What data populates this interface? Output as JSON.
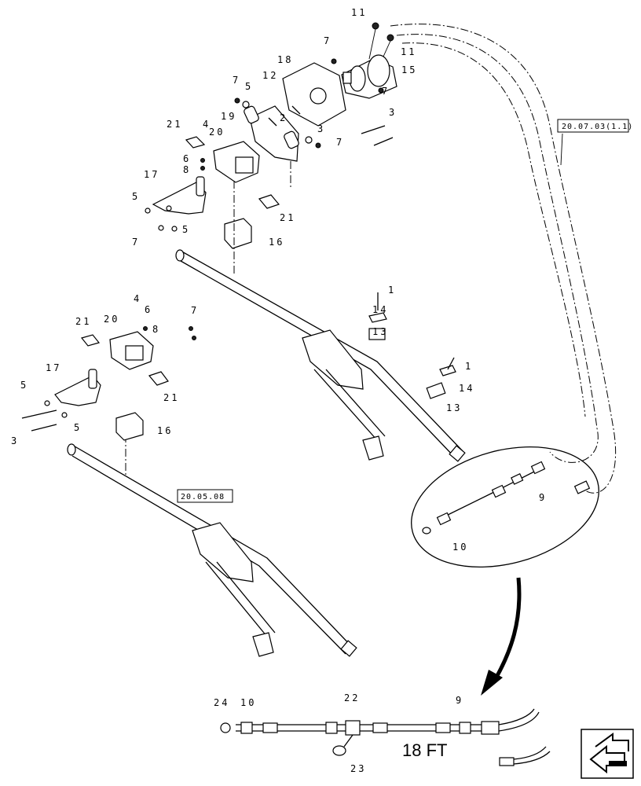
{
  "references": {
    "hose": "20.07.03(1.1)",
    "frame": "20.05.08"
  },
  "length_label": "18 FT",
  "callouts": [
    {
      "label": "11"
    },
    {
      "label": "11"
    },
    {
      "label": "7"
    },
    {
      "label": "15"
    },
    {
      "label": "7"
    },
    {
      "label": "18"
    },
    {
      "label": "7"
    },
    {
      "label": "5"
    },
    {
      "label": "12"
    },
    {
      "label": "19"
    },
    {
      "label": "2"
    },
    {
      "label": "3"
    },
    {
      "label": "7"
    },
    {
      "label": "3"
    },
    {
      "label": "21"
    },
    {
      "label": "4"
    },
    {
      "label": "20"
    },
    {
      "label": "6"
    },
    {
      "label": "8"
    },
    {
      "label": "17"
    },
    {
      "label": "5"
    },
    {
      "label": "7"
    },
    {
      "label": "5"
    },
    {
      "label": "21"
    },
    {
      "label": "16"
    },
    {
      "label": "1"
    },
    {
      "label": "14"
    },
    {
      "label": "13"
    },
    {
      "label": "1"
    },
    {
      "label": "14"
    },
    {
      "label": "13"
    },
    {
      "label": "21"
    },
    {
      "label": "20"
    },
    {
      "label": "4"
    },
    {
      "label": "6"
    },
    {
      "label": "8"
    },
    {
      "label": "7"
    },
    {
      "label": "17"
    },
    {
      "label": "5"
    },
    {
      "label": "3"
    },
    {
      "label": "5"
    },
    {
      "label": "21"
    },
    {
      "label": "16"
    },
    {
      "label": "9"
    },
    {
      "label": "10"
    },
    {
      "label": "24"
    },
    {
      "label": "10"
    },
    {
      "label": "22"
    },
    {
      "label": "9"
    },
    {
      "label": "23"
    }
  ]
}
